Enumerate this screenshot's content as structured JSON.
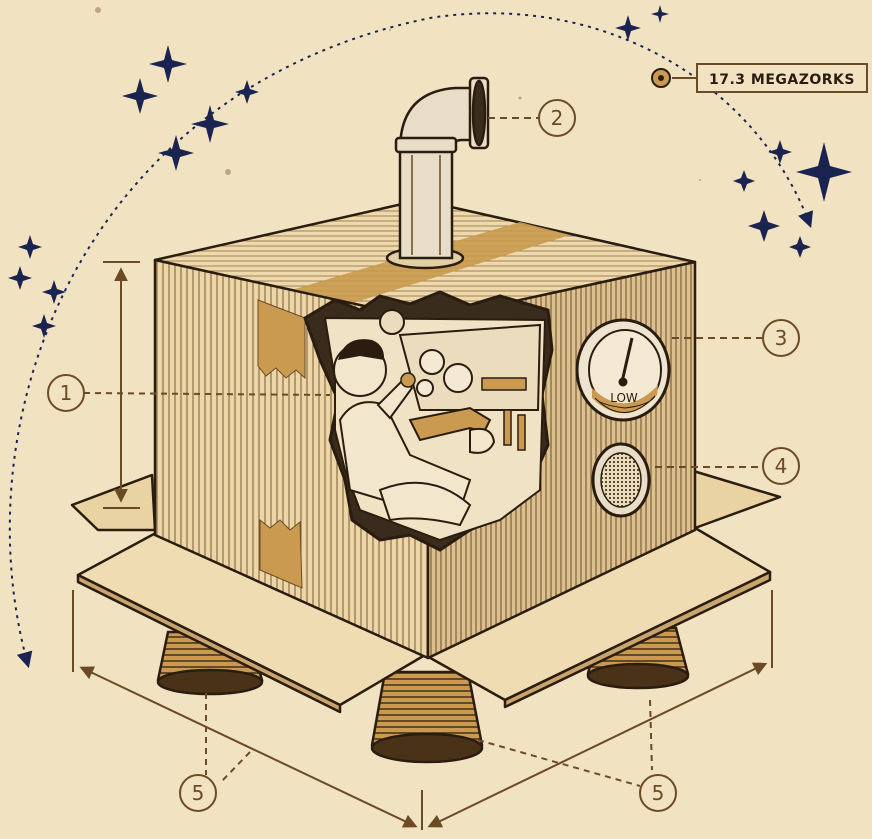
{
  "orbit_readout": {
    "value": "17.3",
    "unit": "MEGAZORKS"
  },
  "gauge": {
    "label": "LOW"
  },
  "callouts": [
    {
      "number": "1",
      "subject": "box height"
    },
    {
      "number": "2",
      "subject": "exhaust pipe"
    },
    {
      "number": "3",
      "subject": "fuel gauge"
    },
    {
      "number": "4",
      "subject": "vent grille"
    },
    {
      "number": "5",
      "subject": "base width"
    },
    {
      "number": "5",
      "subject": "base depth"
    }
  ],
  "colors": {
    "paper": "#f1e3c2",
    "ink": "#2a1d10",
    "cardboard": "#e9d2a3",
    "tape": "#c99a4f",
    "callout": "#6b4a25",
    "stars": "#1b2451"
  }
}
